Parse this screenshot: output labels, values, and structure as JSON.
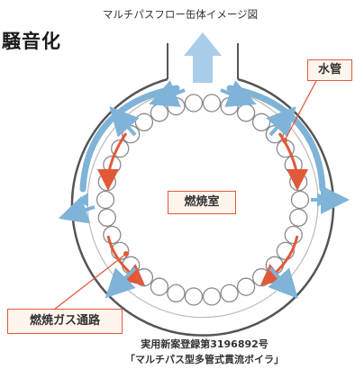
{
  "heading_fragment": "騒音化",
  "diagram": {
    "caption": "マルチパスフロー缶体イメージ図",
    "labels": {
      "water_tube": "水管",
      "combustion_chamber": "燃焼室",
      "combustion_gas_path": "燃焼ガス通路"
    }
  },
  "footer": {
    "registration": "実用新案登録第3196892号",
    "product_name": "「マルチパス型多管式貫流ボイラ」"
  },
  "colors": {
    "tube_outline": "#8a8a8a",
    "shell_outline": "#555555",
    "flow_arrow_blue": "#7fb3d8",
    "flow_arrow_red": "#e05a3a",
    "exhaust_arrow": "#a9cde8",
    "label_border": "#e05a3a"
  }
}
